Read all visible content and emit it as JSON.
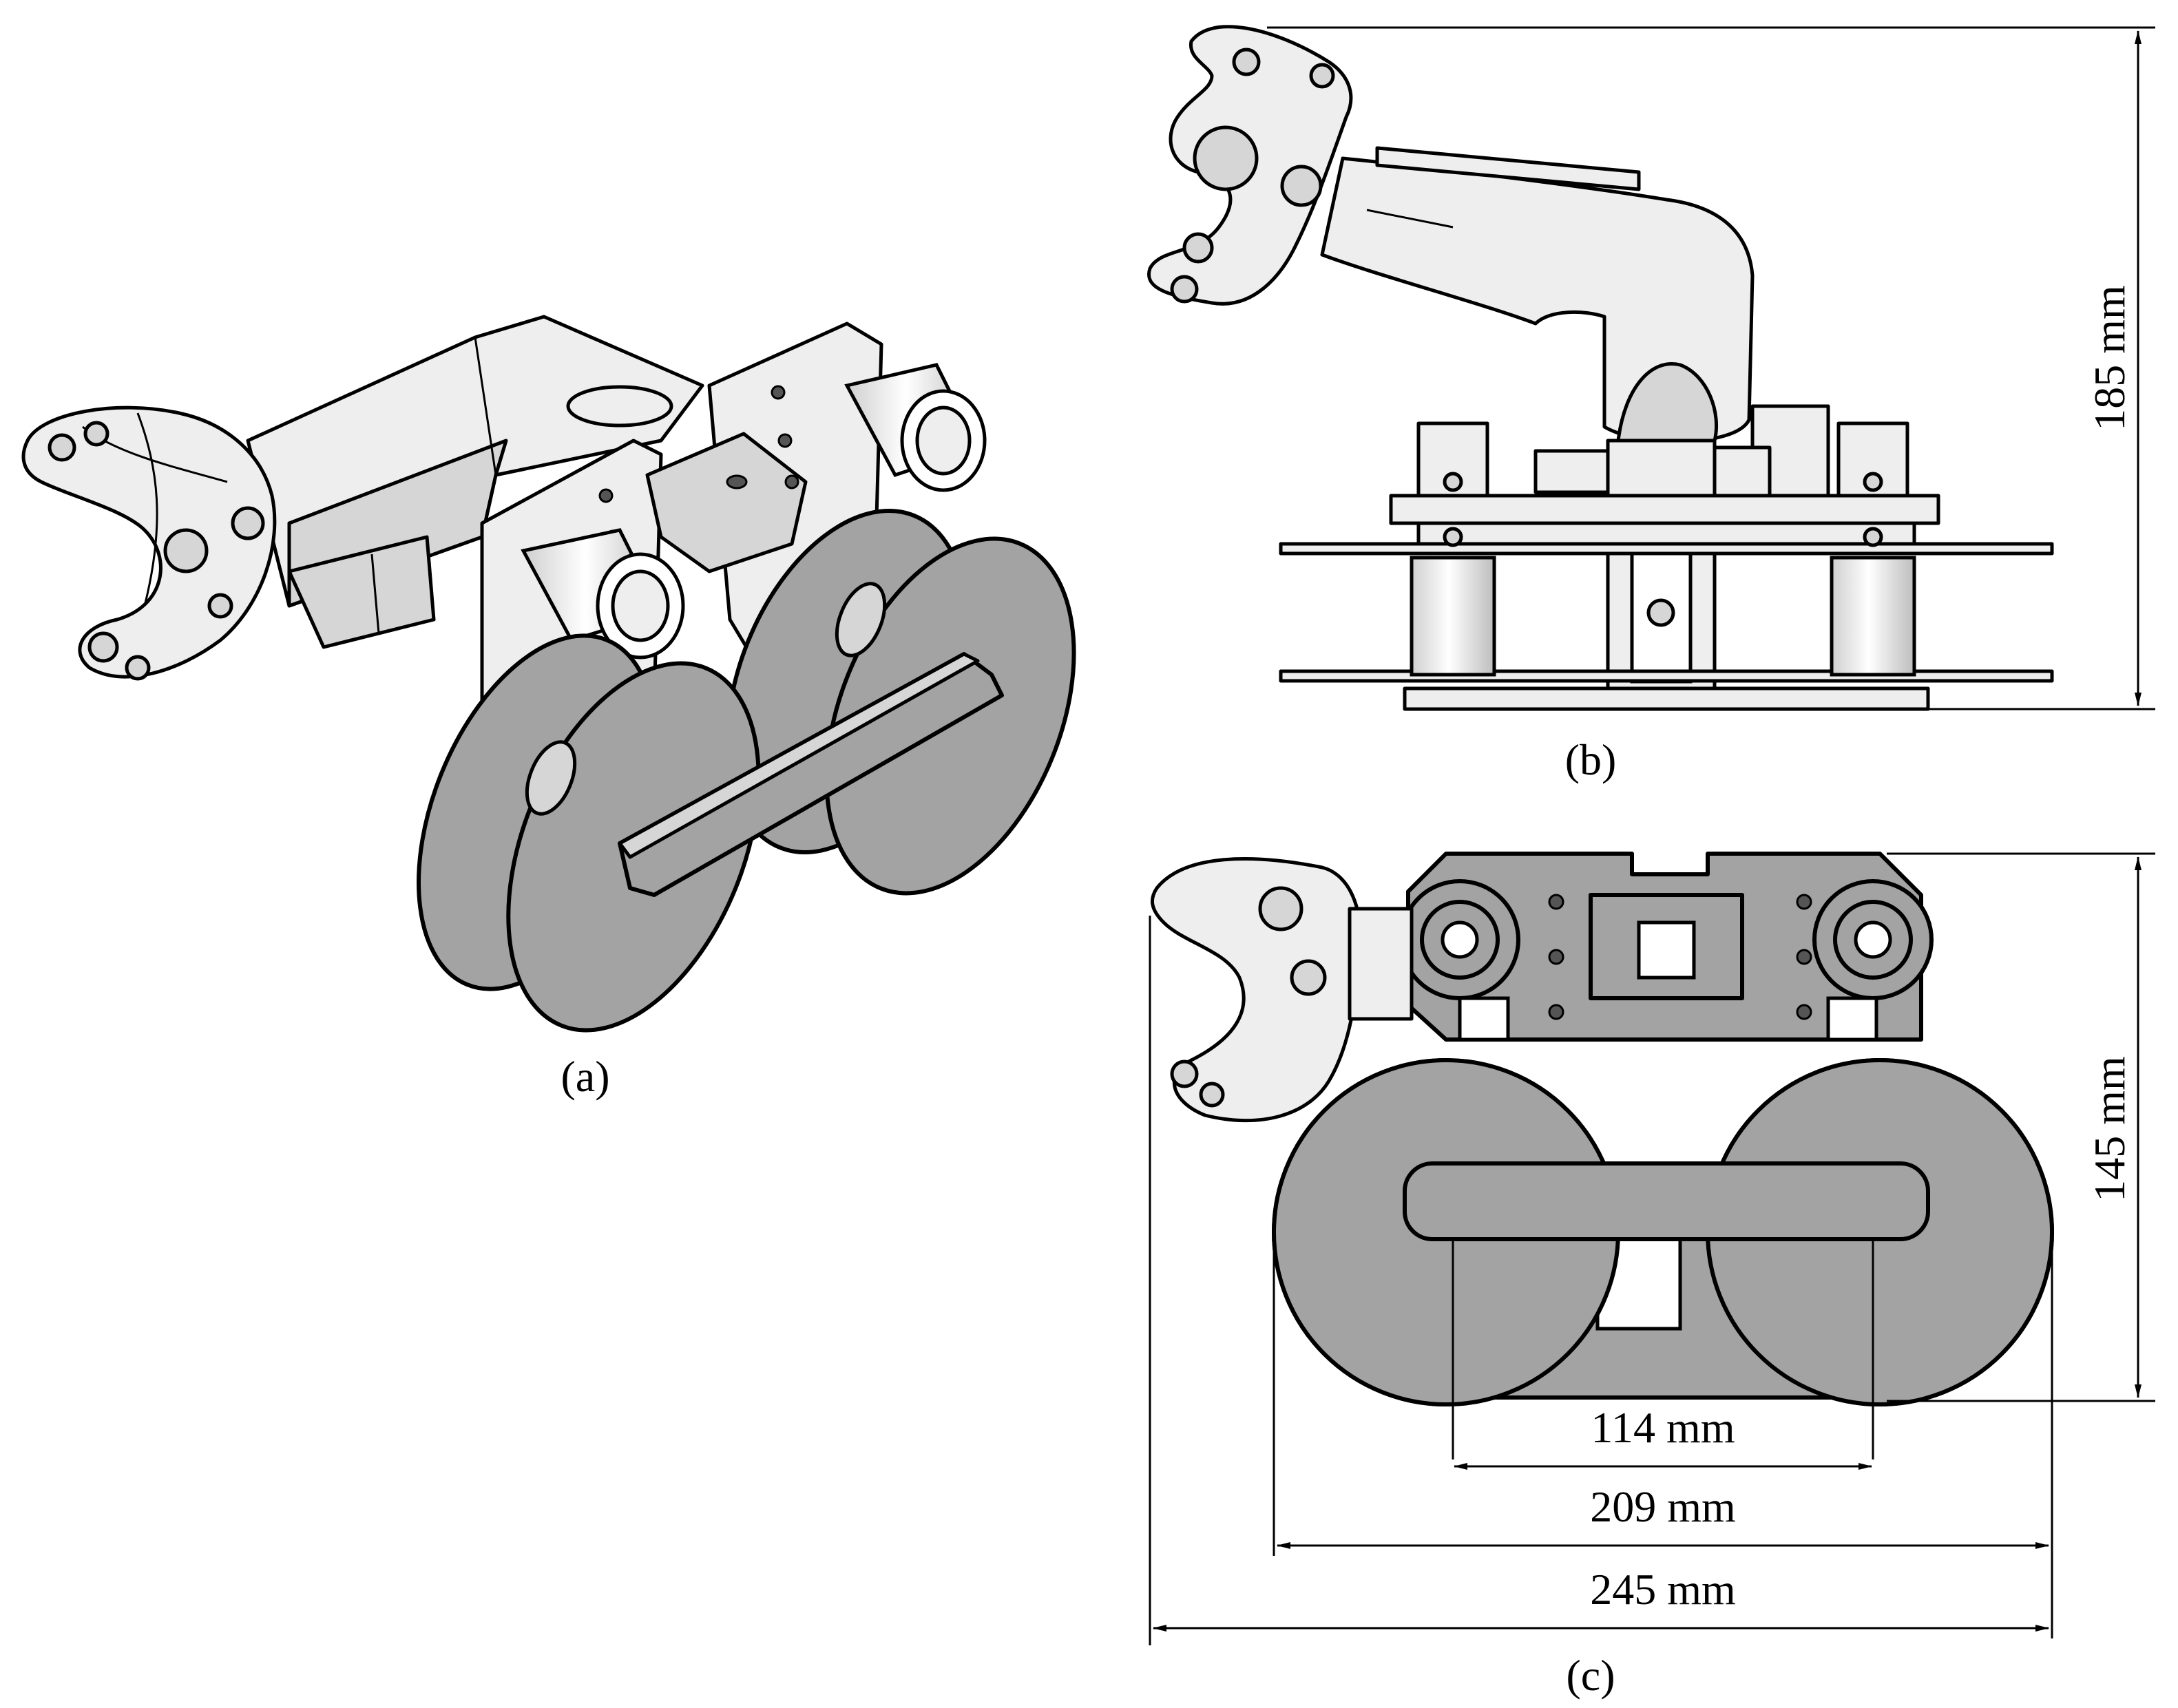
{
  "figure": {
    "panels": [
      {
        "id": "a",
        "caption": "(a)"
      },
      {
        "id": "b",
        "caption": "(b)"
      },
      {
        "id": "c",
        "caption": "(c)"
      }
    ],
    "dimensions": {
      "height_side": "185 mm",
      "height_top": "145 mm",
      "wheel_axle_spacing": "114 mm",
      "wheel_span": "209 mm",
      "overall_width": "245 mm"
    }
  }
}
